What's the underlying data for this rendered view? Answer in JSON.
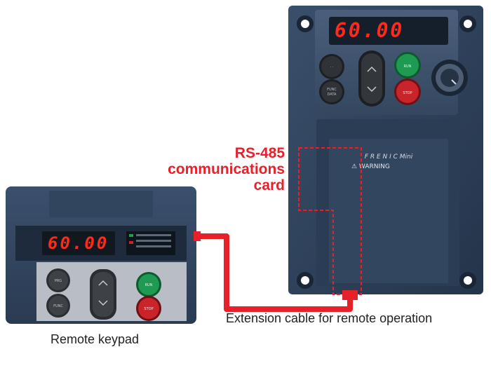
{
  "labels": {
    "rs485_card": [
      "RS-485",
      "communications",
      "card"
    ],
    "extension_cable": "Extension cable for remote operation",
    "remote_keypad": "Remote keypad"
  },
  "inverter": {
    "display_value": "60.00",
    "warning_heading": "⚠ WARNING"
  },
  "keypad": {
    "display_value": "60.00"
  },
  "colors": {
    "accent_red": "#e8202a",
    "panel_blue": "#2c3e57",
    "led_red": "#ff2a1a",
    "button_green": "#1f9a52",
    "button_red": "#c8242a"
  }
}
